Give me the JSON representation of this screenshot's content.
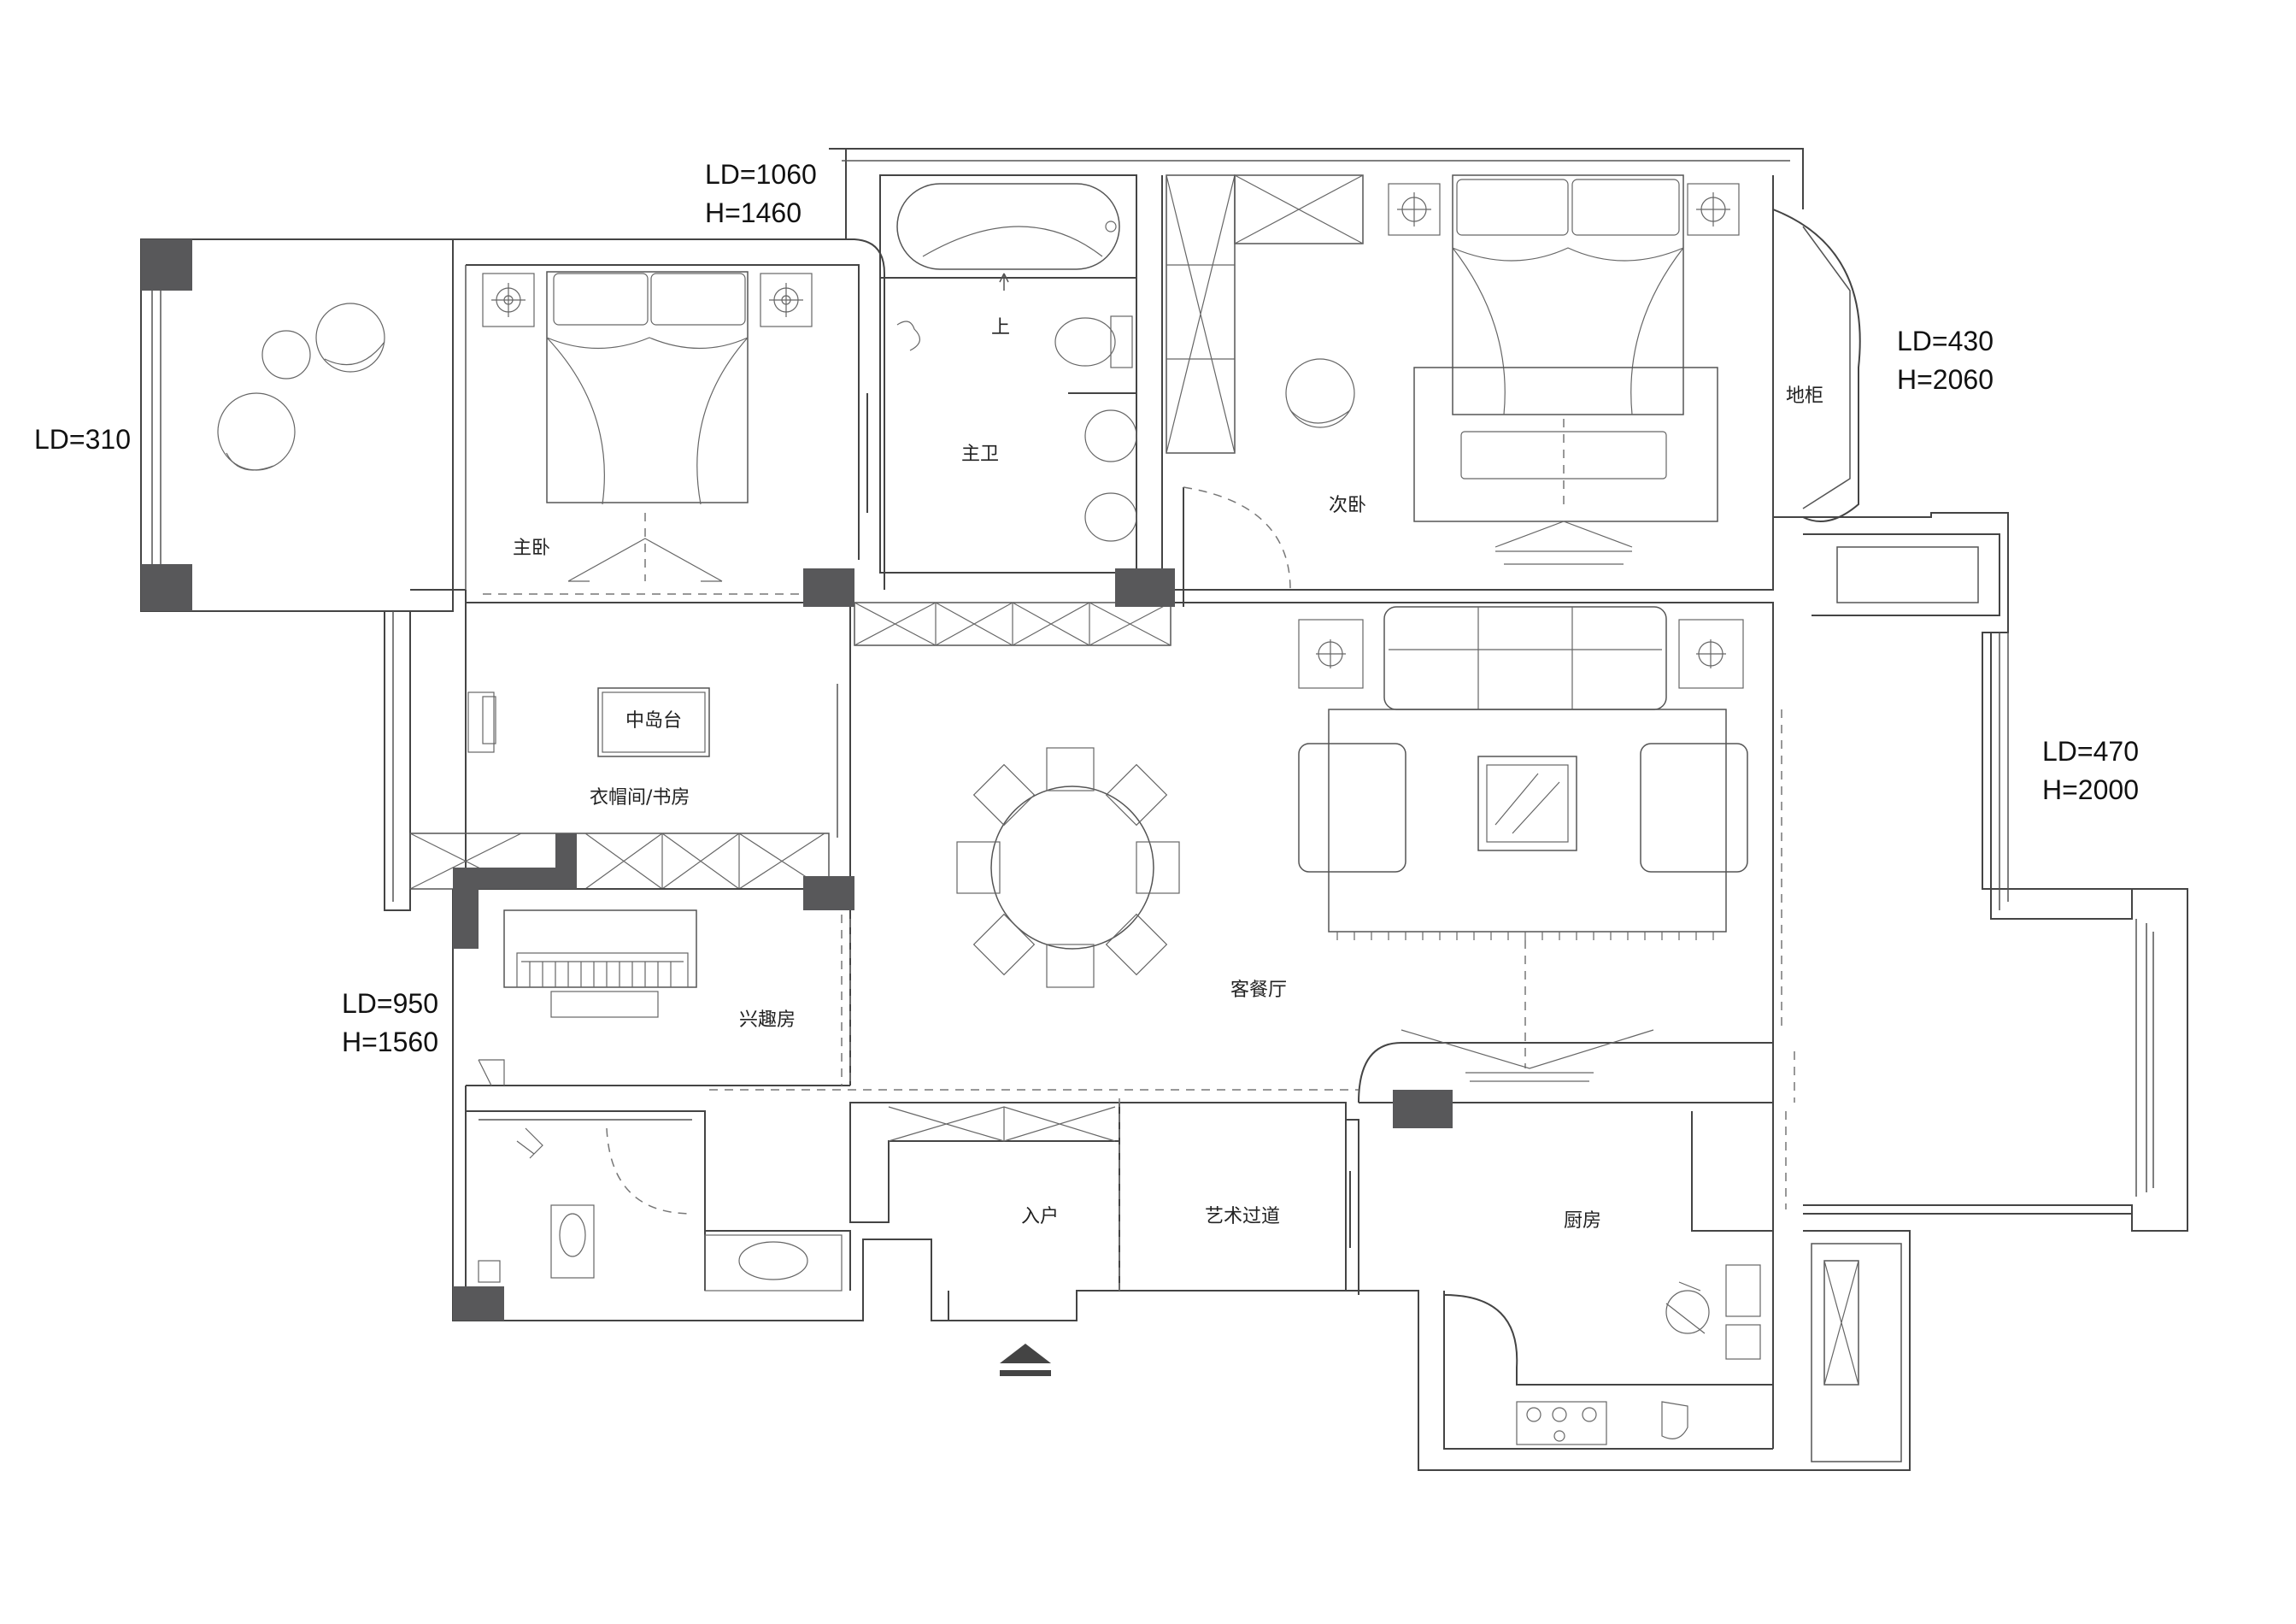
{
  "rooms": {
    "master_bedroom": "主卧",
    "master_bath": "主卫",
    "second_bedroom": "次卧",
    "floor_cabinet": "地柜",
    "cloakroom_study": "衣帽间/书房",
    "island": "中岛台",
    "hobby_room": "兴趣房",
    "living_dining": "客餐厅",
    "entrance": "入户",
    "art_corridor": "艺术过道",
    "kitchen": "厨房"
  },
  "stair_mark": "上",
  "dimensions": {
    "top_window_ld": "LD=1060",
    "top_window_h": "H=1460",
    "left_balcony_ld": "LD=310",
    "right_upper_ld": "LD=430",
    "right_upper_h": "H=2060",
    "right_mid_ld": "LD=470",
    "right_mid_h": "H=2000",
    "left_lower_ld": "LD=950",
    "left_lower_h": "H=1560"
  },
  "colors": {
    "wall": "#444444",
    "column": "#58585a",
    "background": "#ffffff"
  },
  "icons": [
    "entrance-arrow-icon",
    "stair-arrow-icon"
  ]
}
